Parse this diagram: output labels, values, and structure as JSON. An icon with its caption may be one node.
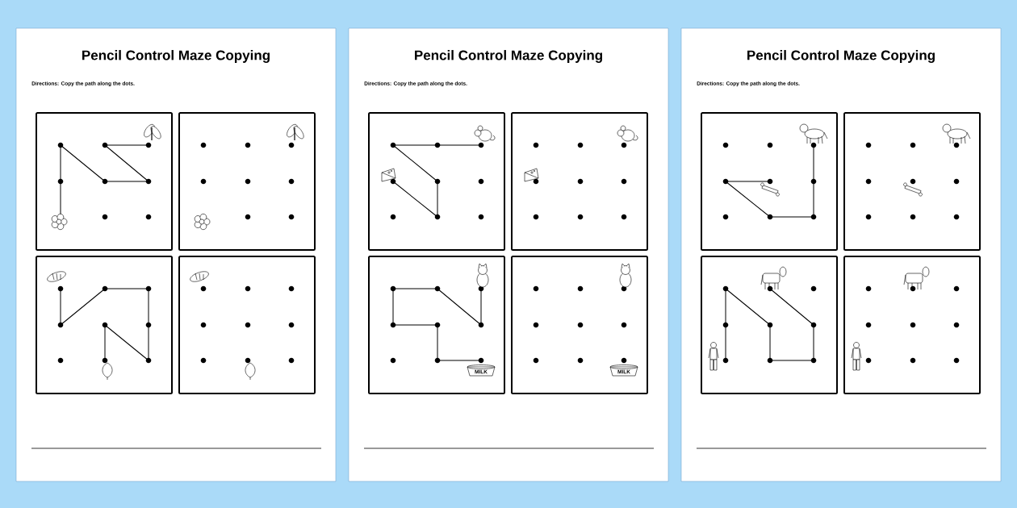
{
  "diagram": {
    "nodes": [
      {
        "text": [
          "Pencil Control Maze Copying",
          "Directions: Copy the path along the dots."
        ]
      },
      {
        "text": [],
        "shape": "box",
        "in": 0
      },
      {
        "text": [],
        "shape": "box",
        "in": 0
      },
      {
        "text": [],
        "shape": "box",
        "in": 0
      },
      {
        "text": [],
        "shape": "box",
        "in": 0
      },
      {
        "text": [
          "Pencil Control Maze Copying",
          "Directions: Copy the path along the dots."
        ]
      },
      {
        "text": [],
        "shape": "box",
        "in": 5
      },
      {
        "text": [],
        "shape": "box",
        "in": 5
      },
      {
        "text": [],
        "shape": "box",
        "in": 5
      },
      {
        "text": [],
        "shape": "box",
        "in": 5
      },
      {
        "text": [
          "Pencil Control Maze Copying",
          "Directions: Copy the path along the dots."
        ]
      },
      {
        "text": [],
        "shape": "box",
        "in": 10
      },
      {
        "text": [],
        "shape": "box",
        "in": 10
      },
      {
        "text": [],
        "shape": "box",
        "in": 10
      },
      {
        "text": [],
        "shape": "box",
        "in": 10
      }
    ],
    "labels": [
      "MILK",
      "MILK"
    ]
  }
}
